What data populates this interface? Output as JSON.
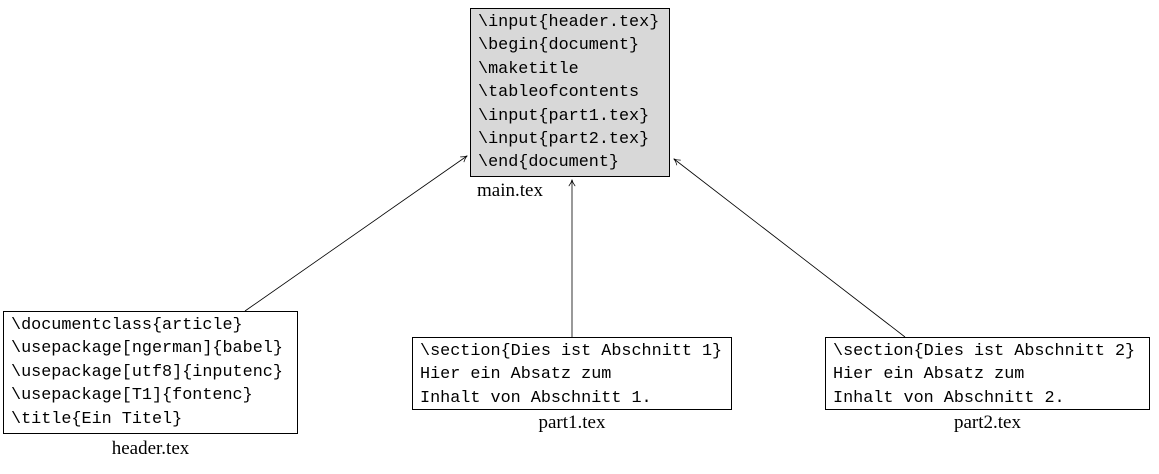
{
  "diagram": {
    "title": "LaTeX file inclusion diagram",
    "colors": {
      "main_box_fill": "#d8d8d8",
      "sub_box_fill": "#ffffff",
      "box_border": "#000000",
      "arrow": "#000000",
      "background": "#ffffff"
    },
    "files": [
      {
        "label": "main.tex",
        "shaded": true,
        "lines": [
          "\\input{header.tex}",
          "\\begin{document}",
          "\\maketitle",
          "\\tableofcontents",
          "\\input{part1.tex}",
          "\\input{part2.tex}",
          "\\end{document}"
        ]
      },
      {
        "label": "header.tex",
        "shaded": false,
        "lines": [
          "\\documentclass{article}",
          "\\usepackage[ngerman]{babel}",
          "\\usepackage[utf8]{inputenc}",
          "\\usepackage[T1]{fontenc}",
          "\\title{Ein Titel}"
        ]
      },
      {
        "label": "part1.tex",
        "shaded": false,
        "lines": [
          "\\section{Dies ist Abschnitt 1}",
          "Hier ein Absatz zum",
          "Inhalt von Abschnitt 1."
        ]
      },
      {
        "label": "part2.tex",
        "shaded": false,
        "lines": [
          "\\section{Dies ist Abschnitt 2}",
          "Hier ein Absatz zum",
          "Inhalt von Abschnitt 2."
        ]
      }
    ],
    "edges": [
      {
        "from": "header.tex",
        "to": "main.tex"
      },
      {
        "from": "part1.tex",
        "to": "main.tex"
      },
      {
        "from": "part2.tex",
        "to": "main.tex"
      }
    ]
  }
}
